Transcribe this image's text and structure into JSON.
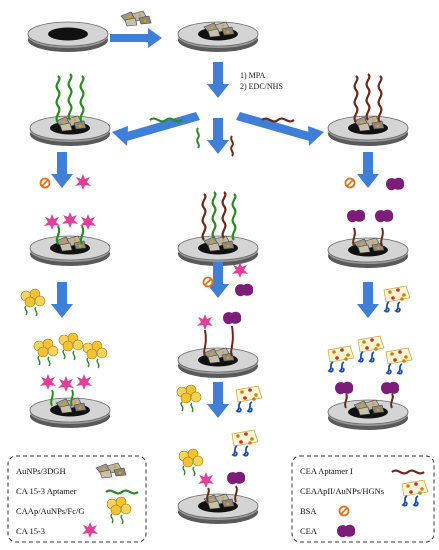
{
  "steps": {
    "step1": "1) MPA",
    "step2": "2) EDC/NHS"
  },
  "legend_left": {
    "items": [
      {
        "label": "AuNPs/3DGH"
      },
      {
        "label": "CA 15-3 Aptamer"
      },
      {
        "label": "CAAp/AuNPs/Fc/G"
      },
      {
        "label": "CA 15-3"
      }
    ]
  },
  "legend_right": {
    "items": [
      {
        "label": "CEA Aptamer I"
      },
      {
        "label": "CEAApII/AuNPs/HGNs"
      },
      {
        "label": "BSA"
      },
      {
        "label": "CEA"
      }
    ]
  },
  "colors": {
    "arrow": "#3f7fd8",
    "ca_aptamer": "#2c8a25",
    "cea_aptamer": "#6a2a1a",
    "ca153": "#e0409a",
    "cea": "#7a1e7a",
    "bsa": "#e0701a",
    "gold": "#f2c233"
  }
}
